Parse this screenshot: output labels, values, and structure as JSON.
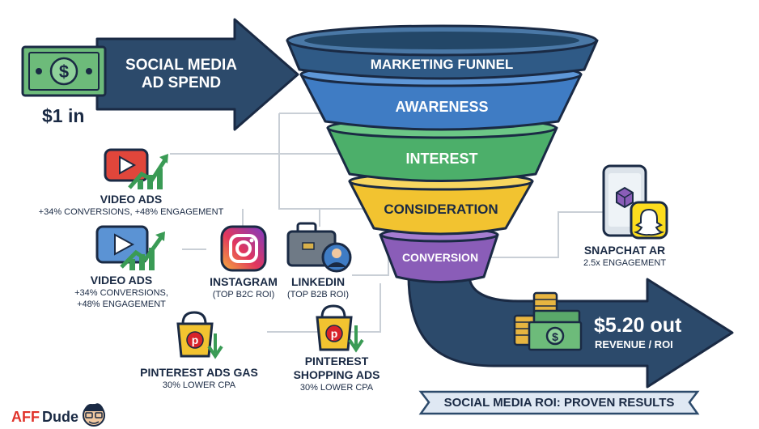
{
  "left_arrow": {
    "title_line1": "SOCIAL MEDIA",
    "title_line2": "AD SPEND",
    "amount": "$1 in"
  },
  "funnel": {
    "top": "MARKETING FUNNEL",
    "awareness": "AWARENESS",
    "interest": "INTEREST",
    "consideration": "CONSIDERATION",
    "conversion": "CONVERSION"
  },
  "channels": {
    "video_ads_1": {
      "title": "VIDEO ADS",
      "stats": "+34% CONVERSIONS, +48% ENGAGEMENT"
    },
    "video_ads_2": {
      "title": "VIDEO ADS",
      "stats_line1": "+34% CONVERSIONS,",
      "stats_line2": "+48% ENGAGEMENT"
    },
    "instagram": {
      "title": "INSTAGRAM",
      "sub": "(TOP B2C ROI)"
    },
    "linkedin": {
      "title": "LINKEDIN",
      "sub": "(TOP B2B ROI)"
    },
    "pinterest_ads": {
      "title": "PINTEREST ADS GAS",
      "sub": "30% LOWER CPA"
    },
    "pinterest_shopping": {
      "title_line1": "PINTEREST",
      "title_line2": "SHOPPING ADS",
      "sub": "30% LOWER CPA"
    },
    "snapchat": {
      "title": "SNAPCHAT AR",
      "sub": "2.5x ENGAGEMENT"
    }
  },
  "output": {
    "amount": "$5.20 out",
    "label": "REVENUE / ROI"
  },
  "banner": "SOCIAL MEDIA ROI: PROVEN RESULTS",
  "brand": {
    "aff": "AFF",
    "dude": "Dude"
  },
  "colors": {
    "navy": "#2c4a6b",
    "awareness": "#3f7cc4",
    "interest": "#4caf6a",
    "consideration": "#f2c330",
    "conversion": "#8a5db8",
    "money_green": "#6dbb7a"
  }
}
